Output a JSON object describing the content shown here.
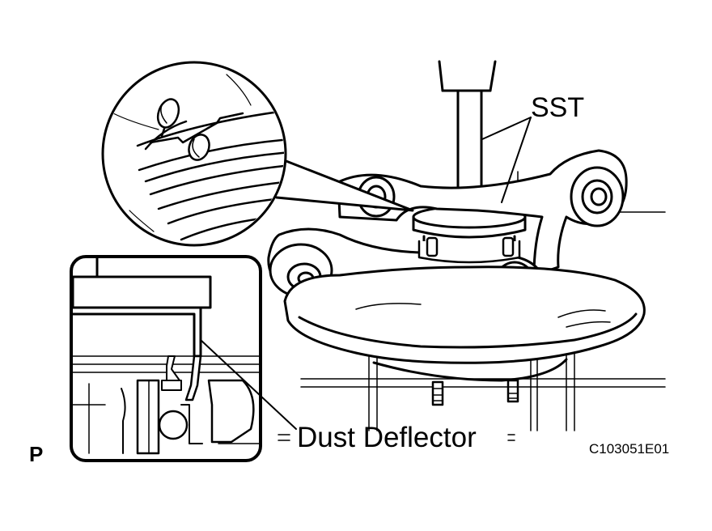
{
  "labels": {
    "sst": "SST",
    "dust_deflector": "Dust Deflector",
    "view_marker": "P",
    "figure_code": "C103051E01"
  },
  "colors": {
    "line": "#000000",
    "background": "#ffffff"
  }
}
